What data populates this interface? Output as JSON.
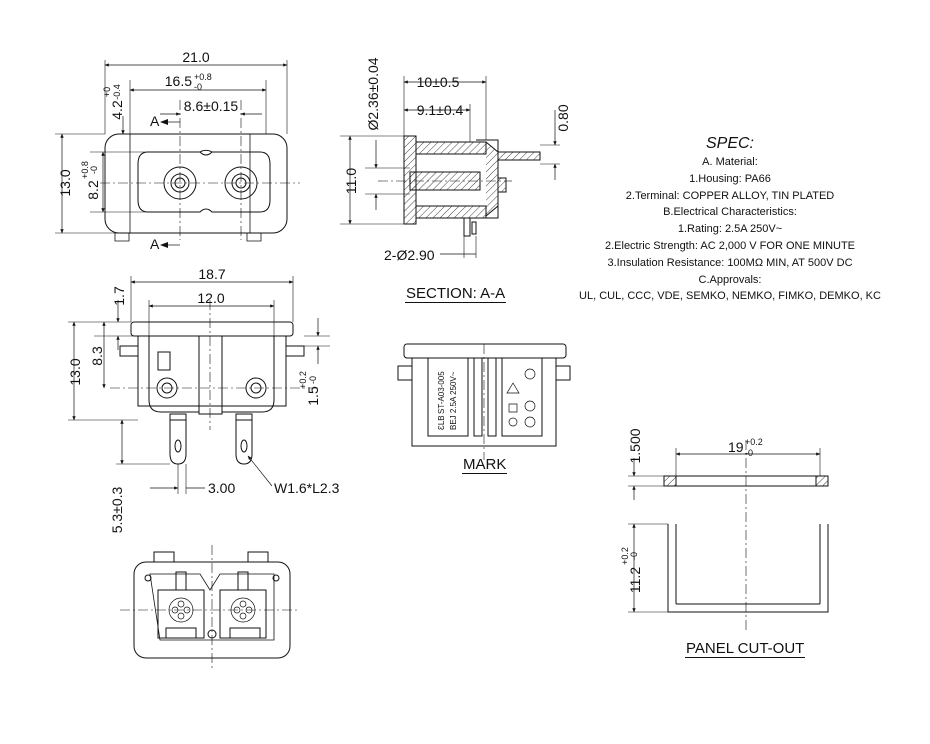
{
  "spec": {
    "title": "SPEC:",
    "lines": [
      "A. Material:",
      "1.Housing: PA66",
      "2.Terminal: COPPER ALLOY, TIN PLATED",
      "B.Electrical Characteristics:",
      "1.Rating:  2.5A 250V~",
      "2.Electric Strength: AC 2,000 V FOR ONE MINUTE",
      "3.Insulation Resistance: 100MΩ MIN, AT 500V DC",
      "C.Approvals:",
      "UL, CUL, CCC, VDE, SEMKO, NEMKO, FIMKO, DEMKO, KC"
    ]
  },
  "captions": {
    "section": "SECTION: A-A",
    "mark": "MARK",
    "panel": "PANEL CUT-OUT"
  },
  "front_view": {
    "dim_width": "21.0",
    "dim_width2": "16.5",
    "dim_width2_tol_up": "+0.8",
    "dim_width2_tol_low": "-0",
    "dim_pitch": "8.6±0.15",
    "dim_top": "4.2",
    "dim_top_tol_up": "+0",
    "dim_top_tol_low": "-0.4",
    "dim_height": "13.0",
    "dim_inner": "8.2",
    "dim_inner_tol_up": "+0.8",
    "dim_inner_tol_low": "-0",
    "section_mark_top": "A",
    "section_mark_bottom": "A"
  },
  "section_view": {
    "dim_pin_dia": "Ø2.36±0.04",
    "dim_depth": "10±0.5",
    "dim_depth2": "9.1±0.4",
    "dim_thickness": "0.80",
    "dim_height": "11.0",
    "dim_holes": "2-Ø2.90"
  },
  "side_view": {
    "dim_width": "18.7",
    "dim_inner": "12.0",
    "dim_top": "1.7",
    "dim_height": "13.0",
    "dim_mid": "8.3",
    "dim_flange": "1.5",
    "dim_flange_tol_up": "+0.2",
    "dim_flange_tol_low": "-0",
    "dim_pin": "5.3±0.3",
    "dim_pin_pitch": "3.00",
    "dim_tab": "W1.6*L2.3"
  },
  "mark_view": {
    "text_model": "ST-A03-005",
    "text_rating": "BEJ 2.5A 250V~",
    "text_logo": "ƐLB"
  },
  "panel_view": {
    "dim_width": "19",
    "dim_width_tol_up": "+0.2",
    "dim_width_tol_low": "-0",
    "dim_thickness": "1.500",
    "dim_height": "11.2",
    "dim_height_tol_up": "+0.2",
    "dim_height_tol_low": "-0"
  }
}
